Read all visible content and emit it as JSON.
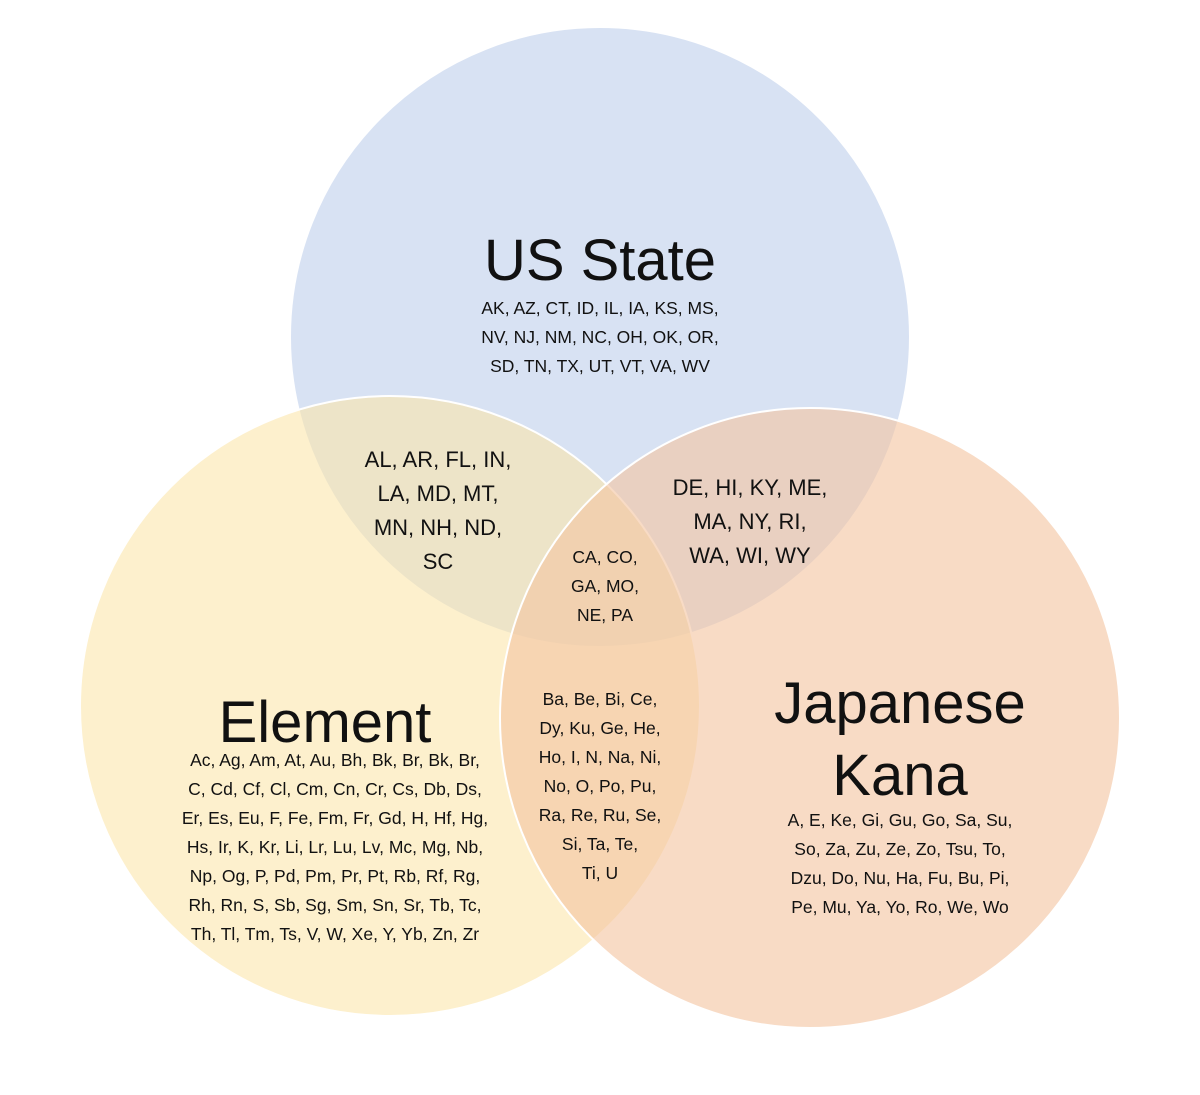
{
  "colors": {
    "us_state_fill": "#cfdcf0",
    "element_fill": "#fbe6a8",
    "kana_fill": "#f4c5a2",
    "circle_outline": "#ffffff"
  },
  "regions": {
    "us_state": {
      "title": "US State",
      "items": "AK, AZ, CT, ID, IL, IA, KS, MS,\nNV, NJ, NM, NC, OH, OK, OR,\nSD, TN, TX, UT, VT, VA, WV"
    },
    "element": {
      "title": "Element",
      "items": "Ac, Ag, Am, At, Au, Bh, Bk, Br, Bk, Br,\nC, Cd, Cf, Cl, Cm, Cn, Cr, Cs, Db, Ds,\nEr, Es, Eu, F, Fe, Fm, Fr, Gd, H, Hf, Hg,\nHs, Ir, K, Kr, Li, Lr, Lu, Lv, Mc, Mg, Nb,\nNp, Og, P, Pd, Pm, Pr, Pt, Rb, Rf, Rg,\nRh, Rn, S, Sb, Sg, Sm, Sn, Sr, Tb, Tc,\nTh, Tl, Tm, Ts, V, W, Xe, Y, Yb, Zn, Zr"
    },
    "kana": {
      "title": "Japanese\nKana",
      "items": "A, E, Ke, Gi, Gu, Go, Sa, Su,\nSo, Za, Zu, Ze, Zo, Tsu, To,\nDzu, Do, Nu, Ha, Fu, Bu, Pi,\nPe, Mu, Ya, Yo, Ro, We, Wo"
    },
    "state_element": {
      "items": "AL, AR, FL, IN,\nLA, MD, MT,\nMN, NH, ND,\nSC"
    },
    "state_kana": {
      "items": "DE, HI, KY, ME,\nMA, NY, RI,\nWA, WI, WY"
    },
    "element_kana": {
      "items": "Ba, Be, Bi, Ce,\nDy, Ku, Ge, He,\nHo, I, N, Na, Ni,\nNo, O, Po, Pu,\nRa, Re, Ru, Se,\nSi, Ta, Te,\nTi, U"
    },
    "all_three": {
      "items": "CA, CO,\nGA, MO,\nNE, PA"
    }
  }
}
